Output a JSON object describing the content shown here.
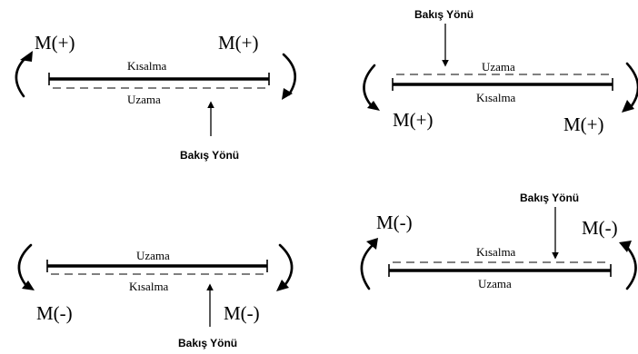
{
  "diagrams": [
    {
      "moment_left": "M(+)",
      "moment_right": "M(+)",
      "top_zone": "Kısalma",
      "bottom_zone": "Uzama",
      "view_direction": "Bakış Yönü"
    },
    {
      "moment_left": "M(+)",
      "moment_right": "M(+)",
      "top_zone": "Uzama",
      "bottom_zone": "Kısalma",
      "view_direction": "Bakış Yönü"
    },
    {
      "moment_left": "M(-)",
      "moment_right": "M(-)",
      "top_zone": "Uzama",
      "bottom_zone": "Kısalma",
      "view_direction": "Bakış Yönü"
    },
    {
      "moment_left": "M(-)",
      "moment_right": "M(-)",
      "top_zone": "Kısalma",
      "bottom_zone": "Uzama",
      "view_direction": "Bakış Yönü"
    }
  ]
}
